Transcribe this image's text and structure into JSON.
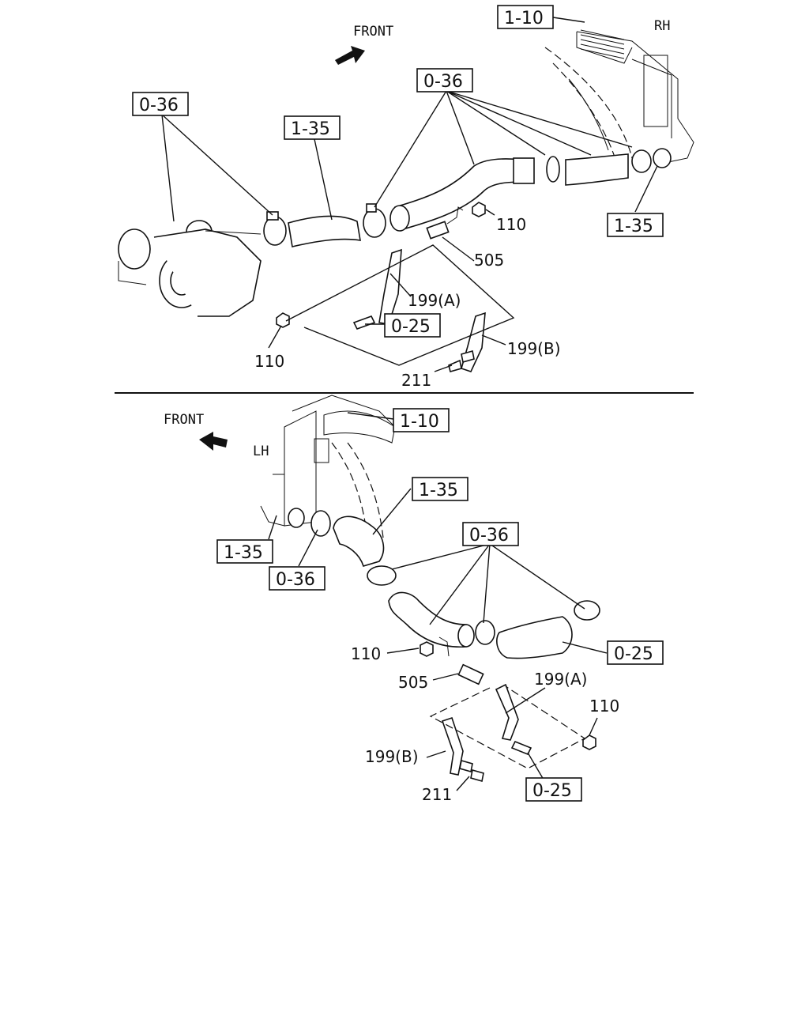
{
  "top": {
    "direction": "FRONT",
    "side": "RH",
    "refs": {
      "r110": "1-10",
      "r036a": "0-36",
      "r036b": "0-36",
      "r135a": "1-35",
      "r135b": "1-35",
      "r025": "0-25"
    },
    "parts": {
      "p110a": "110",
      "p505": "505",
      "p199a": "199(A)",
      "p110b": "110",
      "p199b": "199(B)",
      "p211": "211"
    }
  },
  "bottom": {
    "direction": "FRONT",
    "side": "LH",
    "refs": {
      "r110": "1-10",
      "r135a": "1-35",
      "r036a": "0-36",
      "r135b": "1-35",
      "r036b": "0-36",
      "r025a": "0-25",
      "r025b": "0-25"
    },
    "parts": {
      "p110a": "110",
      "p505": "505",
      "p199a": "199(A)",
      "p110b": "110",
      "p199b": "199(B)",
      "p211": "211"
    }
  }
}
